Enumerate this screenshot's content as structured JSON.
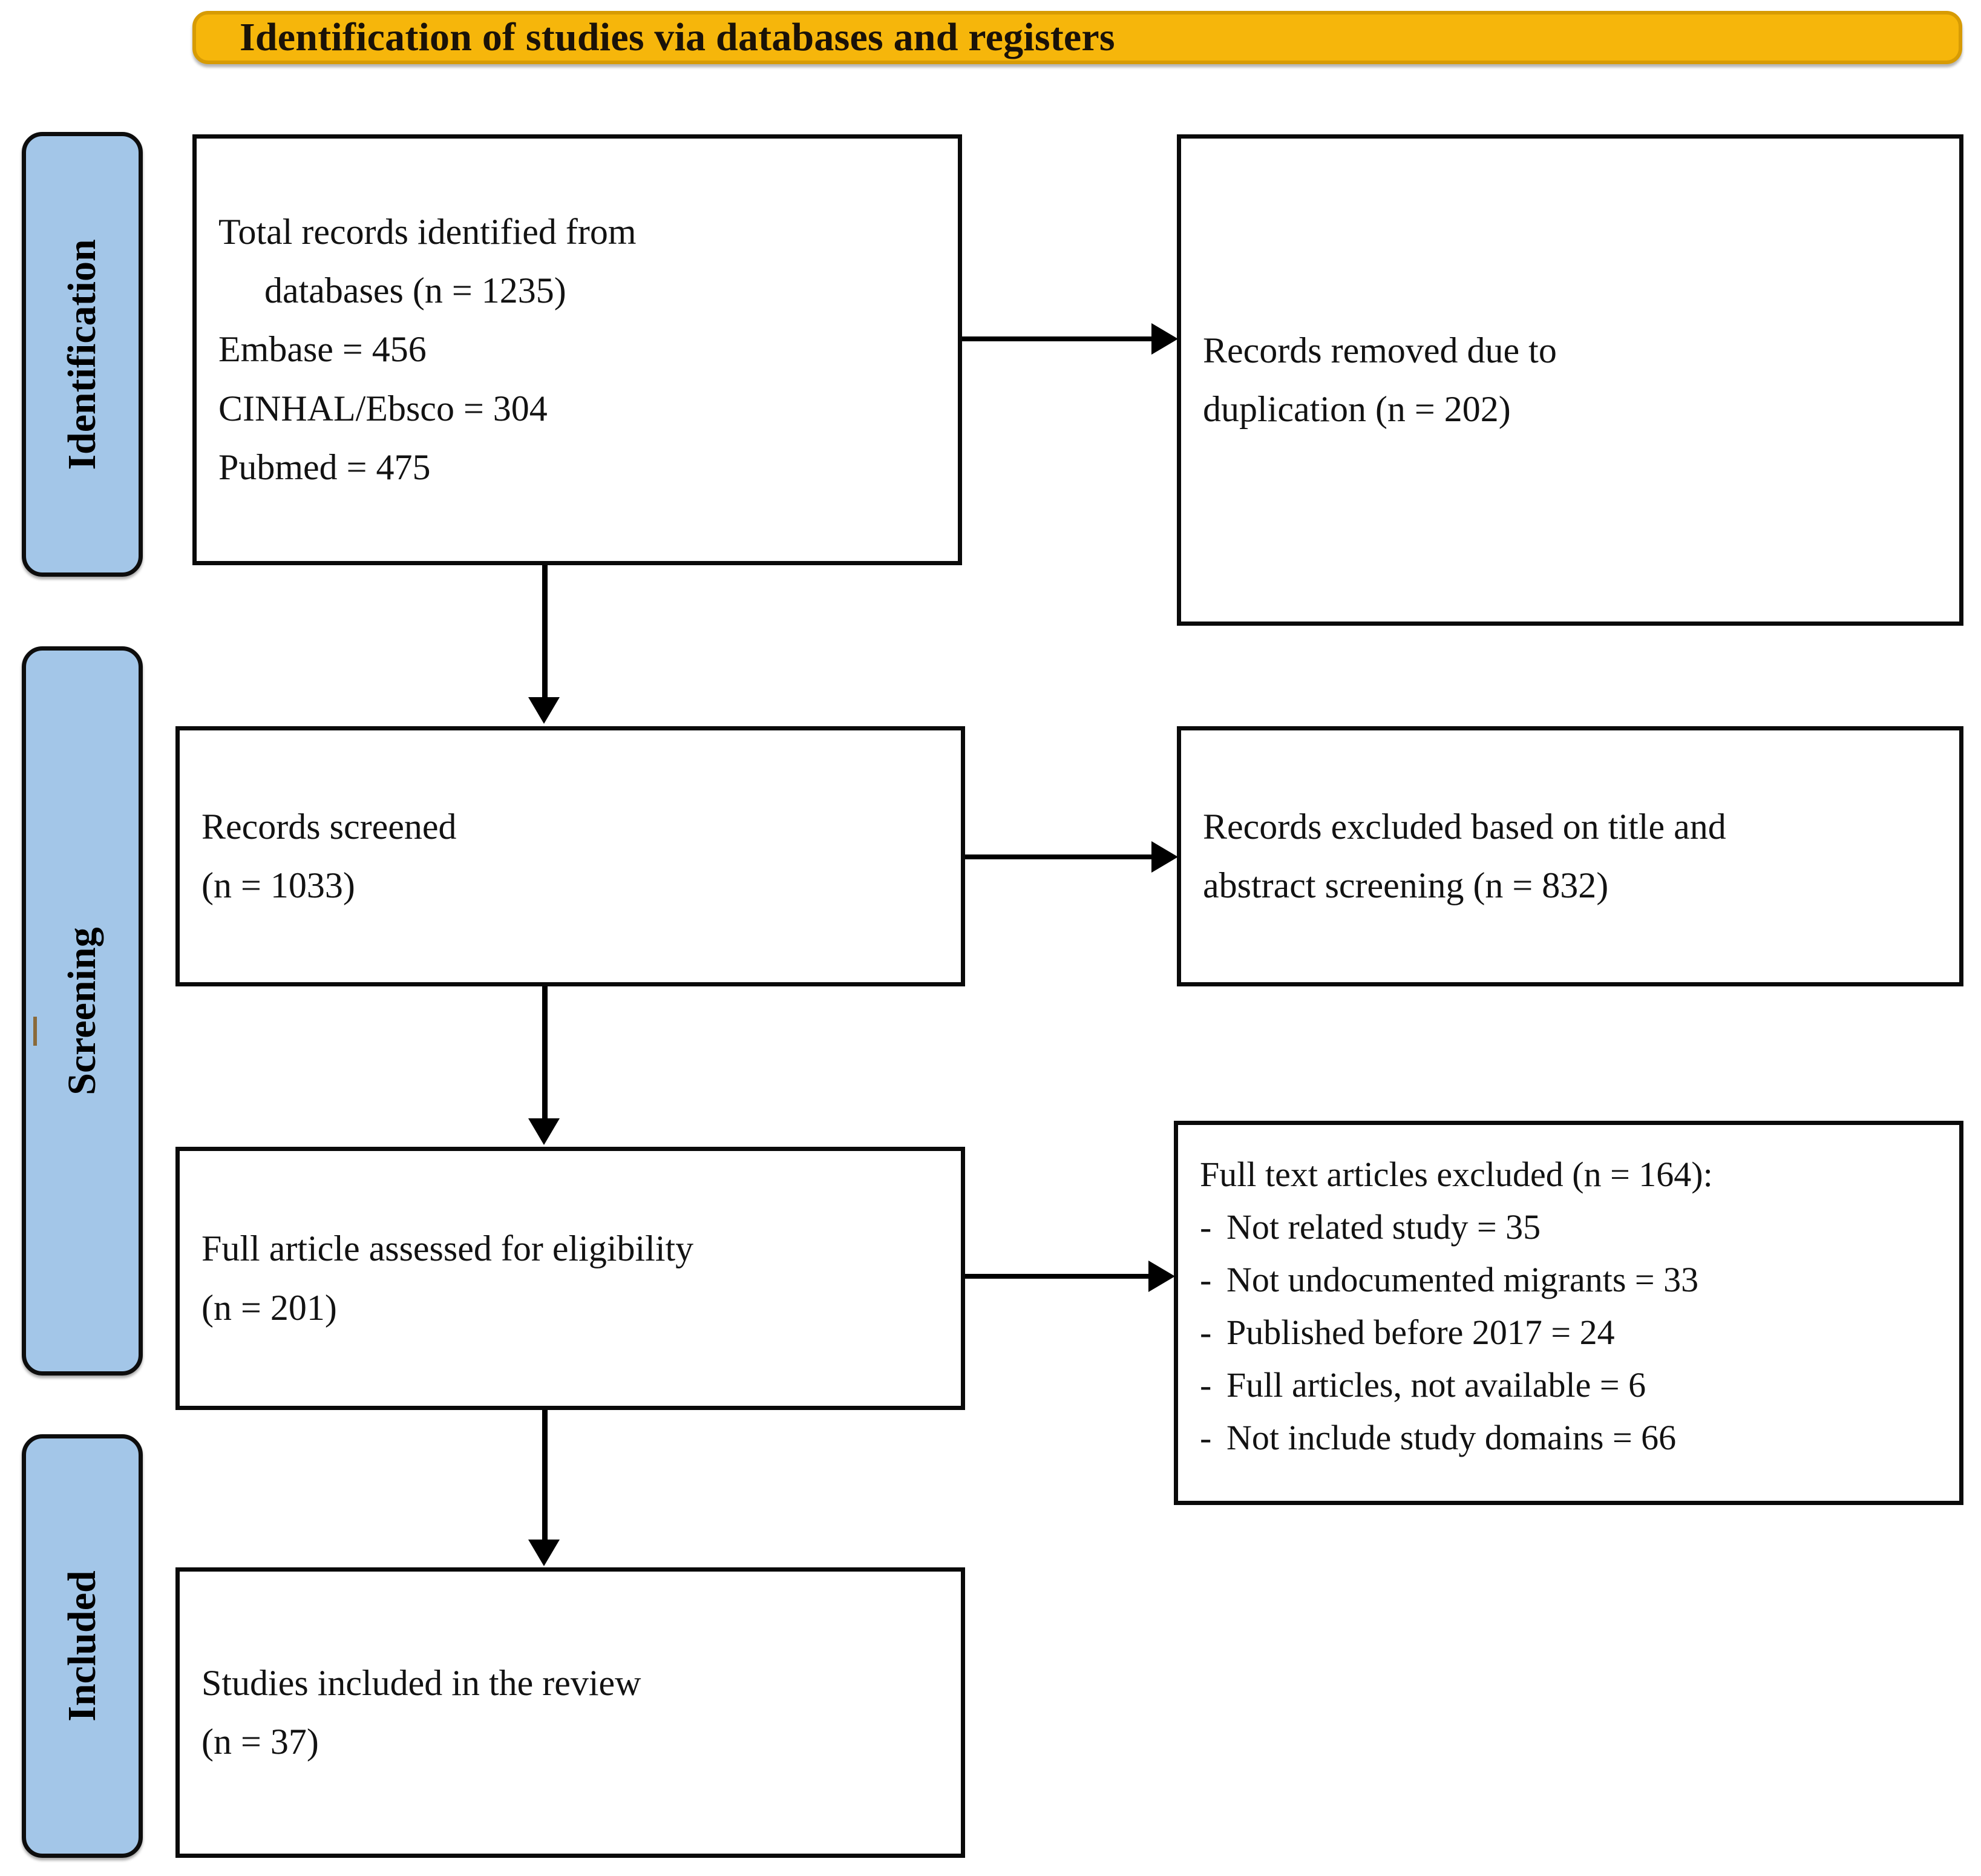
{
  "banner": {
    "title": "Identification of studies via databases and registers",
    "color": "#F6B60B",
    "border_color": "#D79B04"
  },
  "stages": {
    "color": "#A3C6E8",
    "identification": "Identification",
    "screening": "Screening",
    "included": "Included"
  },
  "boxes": {
    "identified": {
      "line1": "Total records identified from",
      "line2": "databases (n = 1235)",
      "line3": "Embase = 456",
      "line4": "CINHAL/Ebsco  = 304",
      "line5": "Pubmed = 475"
    },
    "duplicates": {
      "line1": "Records removed due to",
      "line2": "duplication (n = 202)"
    },
    "screened": {
      "line1": "Records screened",
      "line2": "(n = 1033)"
    },
    "excluded_title_abstract": {
      "line1": "Records excluded based on title and",
      "line2": "abstract screening (n = 832)"
    },
    "eligibility": {
      "line1": "Full article assessed for eligibility",
      "line2": "(n = 201)"
    },
    "fulltext_excluded": {
      "heading": "Full text articles excluded (n = 164):",
      "bullet_marker": "-",
      "reasons": [
        "Not related study = 35",
        "Not undocumented migrants = 33",
        "Published before 2017 = 24",
        "Full articles, not available = 6",
        "Not include study domains = 66"
      ]
    },
    "included": {
      "line1": "Studies included in the review",
      "line2": "(n = 37)"
    }
  },
  "chart_data": {
    "type": "table",
    "title": "PRISMA flow diagram: Identification of studies via databases and registers",
    "stages": [
      "Identification",
      "Screening",
      "Included"
    ],
    "nodes": [
      {
        "stage": "Identification",
        "label": "Total records identified from databases",
        "n": 1235,
        "breakdown": [
          {
            "source": "Embase",
            "n": 456
          },
          {
            "source": "CINHAL/Ebsco",
            "n": 304
          },
          {
            "source": "Pubmed",
            "n": 475
          }
        ]
      },
      {
        "stage": "Identification",
        "label": "Records removed due to duplication",
        "n": 202
      },
      {
        "stage": "Screening",
        "label": "Records screened",
        "n": 1033
      },
      {
        "stage": "Screening",
        "label": "Records excluded based on title and abstract screening",
        "n": 832
      },
      {
        "stage": "Screening",
        "label": "Full article assessed for eligibility",
        "n": 201
      },
      {
        "stage": "Screening",
        "label": "Full text articles excluded",
        "n": 164,
        "breakdown": [
          {
            "reason": "Not related study",
            "n": 35
          },
          {
            "reason": "Not undocumented migrants",
            "n": 33
          },
          {
            "reason": "Published before 2017",
            "n": 24
          },
          {
            "reason": "Full articles, not available",
            "n": 6
          },
          {
            "reason": "Not include study domains",
            "n": 66
          }
        ]
      },
      {
        "stage": "Included",
        "label": "Studies included in the review",
        "n": 37
      }
    ]
  }
}
